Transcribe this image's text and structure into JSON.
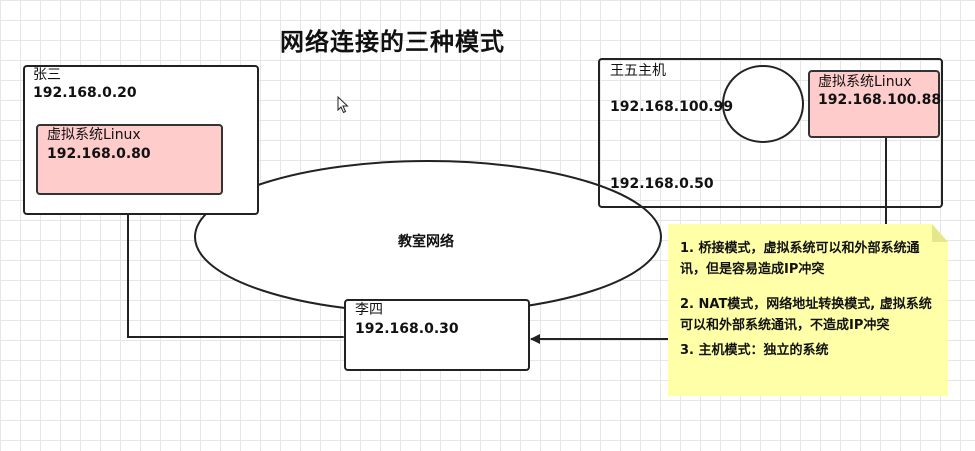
{
  "title": "网络连接的三种模式",
  "classroom": {
    "label": "教室网络"
  },
  "zhangsan": {
    "name": "张三",
    "ip": "192.168.0.20",
    "vm": {
      "name": "虚拟系统Linux",
      "ip": "192.168.0.80"
    }
  },
  "lisi": {
    "name": "李四",
    "ip": "192.168.0.30"
  },
  "wangwu": {
    "name": "王五主机",
    "ip_host_only": "192.168.100.99",
    "ip_lan": "192.168.0.50",
    "vm": {
      "name": "虚拟系统Linux",
      "ip": "192.168.100.88"
    }
  },
  "note": {
    "bridge": "1. 桥接模式，虚拟系统可以和外部系统通讯，但是容易造成IP冲突",
    "nat": "2. NAT模式，网络地址转换模式, 虚拟系统可以和外部系统通讯，不造成IP冲突",
    "host": "3. 主机模式：独立的系统"
  },
  "colors": {
    "vm_fill": "#ffcccc",
    "note_fill": "#ffffa8",
    "grid": "#e6e6e6",
    "stroke": "#222222"
  }
}
